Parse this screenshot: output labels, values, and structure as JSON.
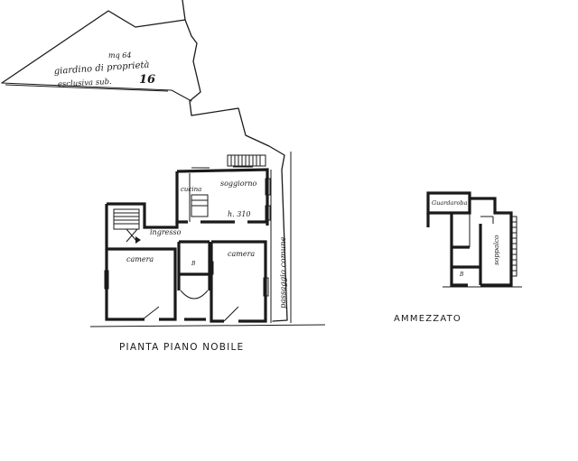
{
  "garden": {
    "area": "mq 64",
    "line1": "giardino di proprietà",
    "line2_prefix": "esclusiva sub.",
    "sub_number": "16"
  },
  "rooms": {
    "cucina": "cucina",
    "soggiorno": "soggiorno",
    "ingresso": "ingresso",
    "camera_left": "camera",
    "camera_right": "camera",
    "height": "h. 310",
    "bagno": "B",
    "passage": "passaggio comune"
  },
  "mezzanine": {
    "title": "AMMEZZATO",
    "guardaroba": "Guardaroba",
    "soppalco": "soppalco",
    "bagno": "B"
  },
  "captions": {
    "main_plan": "PIANTA PIANO NOBILE"
  }
}
